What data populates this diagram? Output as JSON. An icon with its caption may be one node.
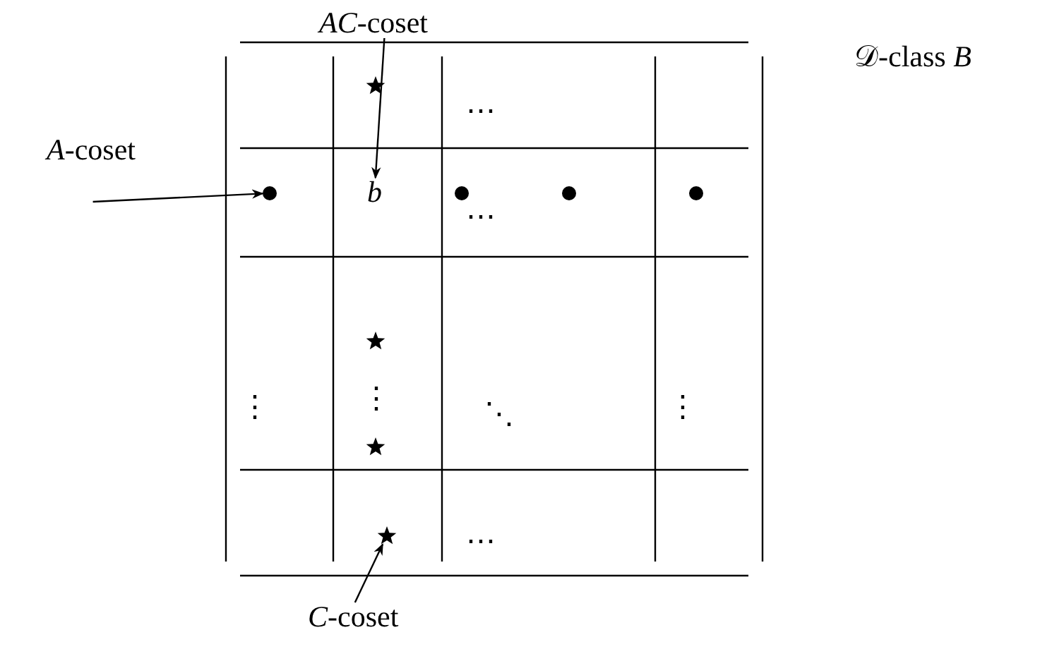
{
  "diagram": {
    "nodes": [
      {
        "text": [
          "*AC*-coset"
        ]
      },
      {
        "text": [],
        "shape": "star"
      },
      {
        "text": [
          "*A*-coset"
        ]
      },
      {
        "text": [],
        "shape": "circle"
      },
      {
        "text": [
          "b"
        ]
      },
      {
        "text": [],
        "shape": "circle"
      },
      {
        "text": [],
        "shape": "circle"
      },
      {
        "text": [],
        "shape": "circle"
      },
      {
        "text": [],
        "shape": "star"
      },
      {
        "text": [],
        "shape": "star"
      },
      {
        "text": [],
        "shape": "star"
      },
      {
        "text": [
          "*C*-coset"
        ]
      }
    ],
    "edges": [
      {
        "from": 0,
        "to": 4,
        "arrow": "to"
      },
      {
        "from": 2,
        "to": 3,
        "arrow": "to"
      },
      {
        "from": 11,
        "to": 10,
        "arrow": "to"
      }
    ],
    "labels": [
      "𝒟-class *B*",
      "⋯",
      "⋯",
      "⋮",
      "⋮",
      "⋱",
      "⋮",
      "⋯"
    ]
  }
}
